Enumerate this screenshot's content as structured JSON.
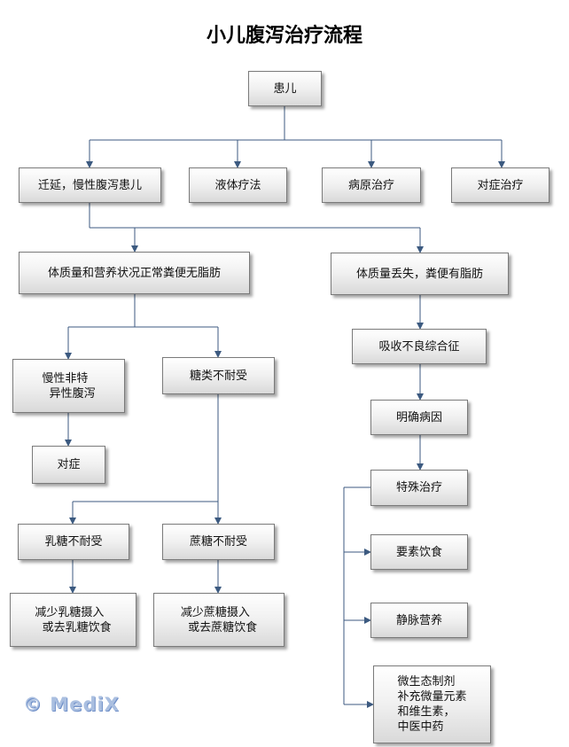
{
  "title": "小儿腹泻治疗流程",
  "watermark": "© MediX",
  "nodes": {
    "patient": "患儿",
    "chronic": "迁延，慢性腹泻患儿",
    "fluid": "液体疗法",
    "etiology": "病原治疗",
    "symptomatic_top": "对症治疗",
    "normal_weight": "体质量和营养状况正常粪便无脂肪",
    "weight_loss": "体质量丢失，粪便有脂肪",
    "nonspecific": "慢性非特\n  异性腹泻",
    "sugar_intolerance": "糖类不耐受",
    "symptomatic": "对症",
    "lactose": "乳糖不耐受",
    "sucrose": "蔗糖不耐受",
    "reduce_lactose": "减少乳糖摄入\n  或去乳糖饮食",
    "reduce_sucrose": "减少蔗糖摄入\n  或去蔗糖饮食",
    "malabsorption": "吸收不良综合征",
    "identify_cause": "明确病因",
    "special_treatment": "特殊治疗",
    "elemental_diet": "要素饮食",
    "iv_nutrition": "静脉营养",
    "micro": "微生态制剂\n补充微量元素\n和维生素，\n中医中药"
  },
  "colors": {
    "connector": "#3c5a80",
    "box_border": "#7a7a7a"
  }
}
